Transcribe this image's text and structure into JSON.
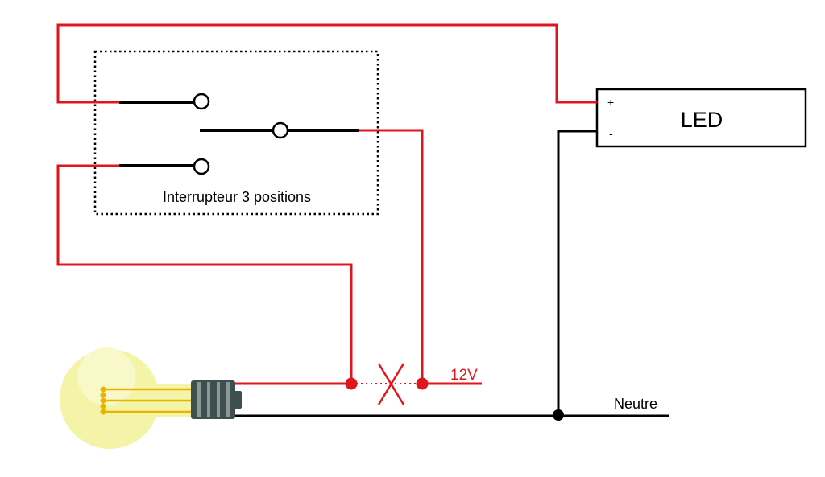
{
  "diagram": {
    "switch_label": "Interrupteur 3 positions",
    "led_label": "LED",
    "led_plus": "+",
    "led_minus": "-",
    "voltage_label": "12V",
    "neutral_label": "Neutre"
  },
  "colors": {
    "live_wire": "#e0161e",
    "neutral_wire": "#000000",
    "dotted_wire": "#e0161e",
    "bulb_glass": "#f4f4a8",
    "bulb_highlight": "#f8f8c8",
    "bulb_filament": "#e8b400",
    "bulb_base_dark": "#3d4f4f",
    "bulb_base_light": "#8c9898"
  }
}
